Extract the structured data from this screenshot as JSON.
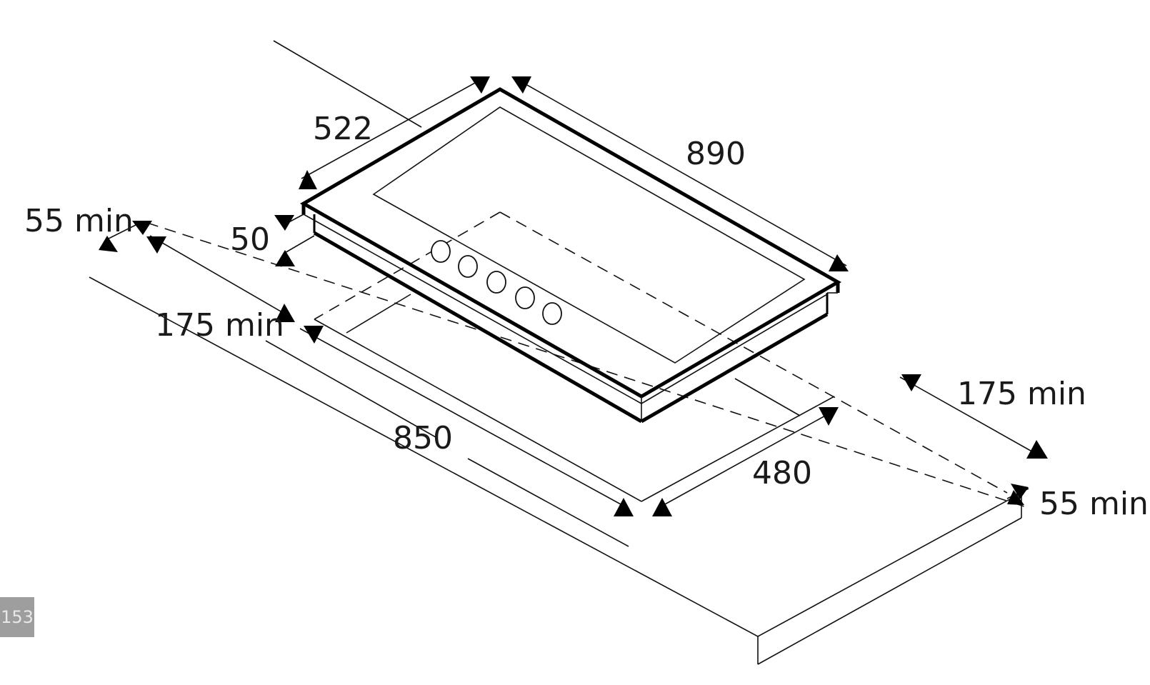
{
  "diagram": {
    "hob_width": "890",
    "hob_depth": "522",
    "hob_height": "50",
    "cutout_width": "850",
    "cutout_depth": "480",
    "left_side_clearance": "175 min",
    "right_side_clearance": "175 min",
    "back_clearance": "55 min",
    "front_clearance": "55 min"
  },
  "page_number": "153",
  "colors": {
    "line": "#000000",
    "badge": "#9e9e9e"
  }
}
